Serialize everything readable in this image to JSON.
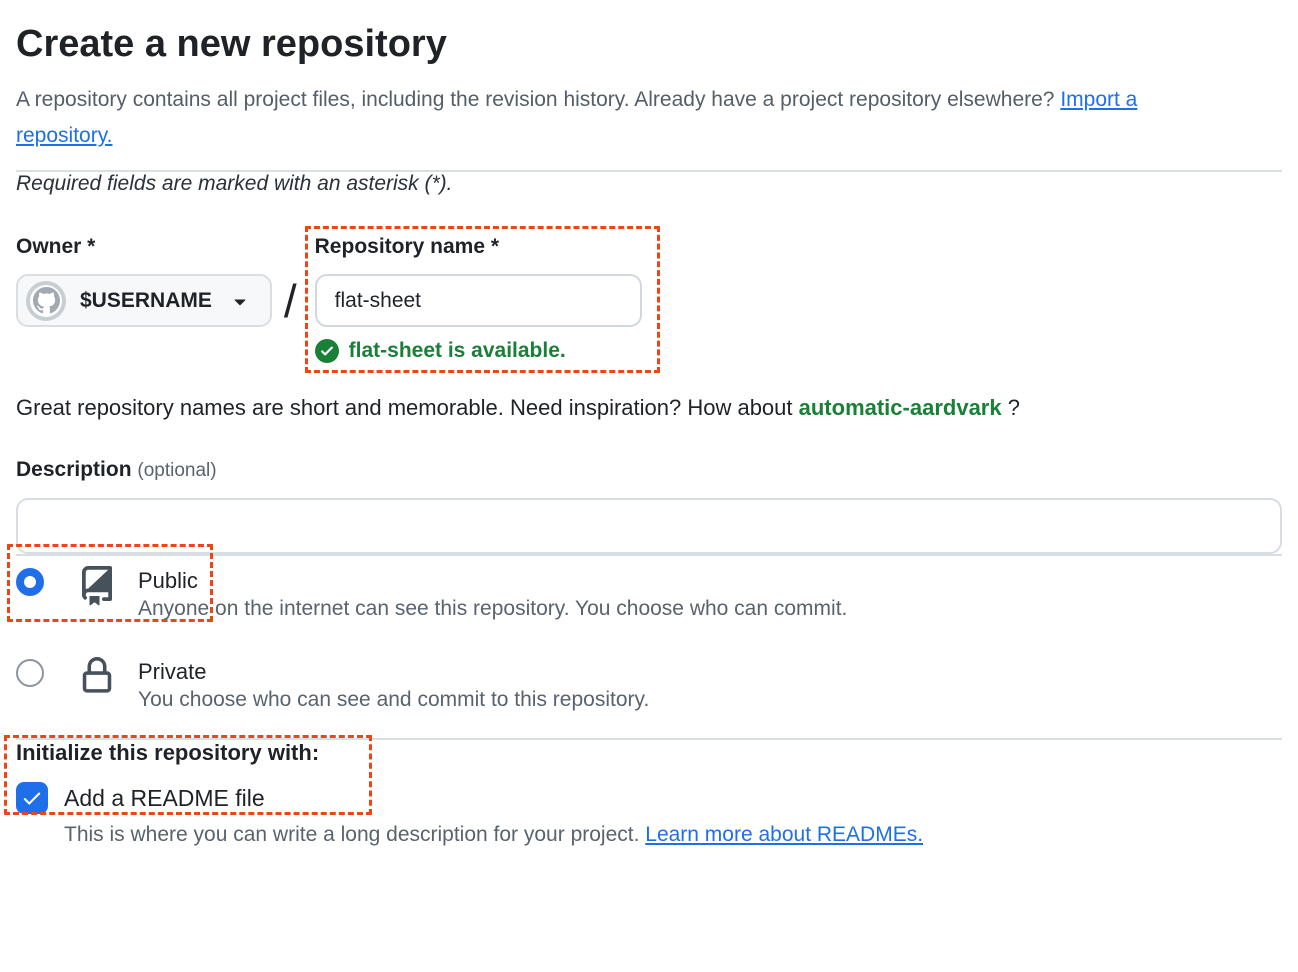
{
  "page": {
    "title": "Create a new repository",
    "intro_text": "A repository contains all project files, including the revision history. Already have a project repository elsewhere? ",
    "intro_link": "Import a repository.",
    "required_note": "Required fields are marked with an asterisk (*)."
  },
  "owner": {
    "label": "Owner *",
    "value": "$USERNAME",
    "separator": "/"
  },
  "repo_name": {
    "label": "Repository name *",
    "value": "flat-sheet",
    "availability_message": "flat-sheet is available."
  },
  "suggestion": {
    "text_before": "Great repository names are short and memorable. Need inspiration? How about ",
    "name": "automatic-aardvark",
    "text_after": " ?"
  },
  "description": {
    "label": "Description",
    "optional": "(optional)",
    "value": ""
  },
  "visibility": {
    "options": [
      {
        "label": "Public",
        "description": "Anyone on the internet can see this repository. You choose who can commit.",
        "selected": true
      },
      {
        "label": "Private",
        "description": "You choose who can see and commit to this repository.",
        "selected": false
      }
    ]
  },
  "initialize": {
    "heading": "Initialize this repository with:",
    "readme_label": "Add a README file",
    "readme_checked": true,
    "note_text": "This is where you can write a long description for your project. ",
    "note_link": "Learn more about READMEs."
  },
  "icons": {
    "avatar": "github-octocat",
    "owner_caret": "triangle-down",
    "availability_check": "check-circle",
    "public_option": "repo-book",
    "private_option": "lock",
    "readme_checkbox": "checkmark"
  },
  "colors": {
    "accent_blue": "#1f6feb",
    "success_green": "#1a7f37",
    "annotation_red": "#ee4517",
    "text_primary": "#1f2328",
    "text_muted": "#59636e"
  }
}
